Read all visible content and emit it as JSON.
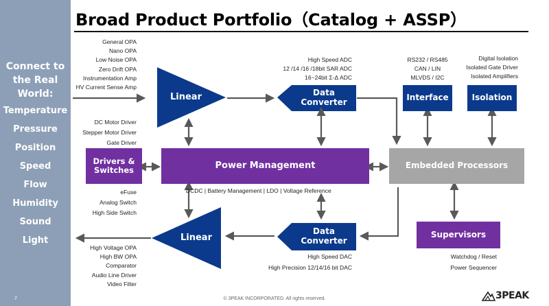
{
  "title": "Broad Product Portfolio（Catalog + ASSP）",
  "sidebar": {
    "heading_lines": [
      "Connect to",
      "the Real",
      "World:"
    ],
    "items": [
      "Temperature",
      "Pressure",
      "Position",
      "Speed",
      "Flow",
      "Humidity",
      "Sound",
      "Light"
    ]
  },
  "blocks": {
    "linear_top": "Linear",
    "linear_bottom": "Linear",
    "data_converter_top": [
      "Data",
      "Converter"
    ],
    "data_converter_bottom": [
      "Data",
      "Converter"
    ],
    "interface": "Interface",
    "isolation": "Isolation",
    "drivers_switches": [
      "Drivers &",
      "Switches"
    ],
    "power_management": "Power Management",
    "embedded_processors": "Embedded Processors",
    "supervisors": "Supervisors"
  },
  "labels": {
    "linear_in": [
      "General OPA",
      "Nano OPA",
      "Low Noise OPA",
      "Zero Drift OPA",
      "Instrumentation Amp",
      "HV Current Sense Amp"
    ],
    "adc": [
      "High Speed ADC",
      "12 /14 /16 /18bit SAR ADC",
      "16~24bit Σ-Δ ADC"
    ],
    "interface": [
      "RS232 / RS485",
      "CAN / LIN",
      "MLVDS / I2C"
    ],
    "isolation": [
      "Digital Isolation",
      "Isolated Gate Driver",
      "Isolated Amplifiers"
    ],
    "drivers": [
      "DC Motor Driver",
      "Stepper Motor Driver",
      "Gate Driver"
    ],
    "switches": [
      "eFuse",
      "Analog Switch",
      "High Side Switch"
    ],
    "power": "DCDC | Battery Management | LDO | Voltage Reference",
    "dac": [
      "High Speed DAC",
      "High Precision 12/14/16 bit DAC"
    ],
    "supervisors": [
      "Watchdog / Reset",
      "Power Sequencer"
    ],
    "linear_out": [
      "High Voltage OPA",
      "High BW OPA",
      "Comparator",
      "Audio Line Driver",
      "Video Filter"
    ]
  },
  "footer": {
    "page_number": "7",
    "copyright": "© 3PEAK INCORPORATED. All rights reserved.",
    "logo": "3PEAK"
  },
  "colors": {
    "sidebar": "#8d9fb6",
    "purple": "#7030a0",
    "navy": "#0b3a8c",
    "gray": "#a6a6a6",
    "arrow": "#595959"
  }
}
